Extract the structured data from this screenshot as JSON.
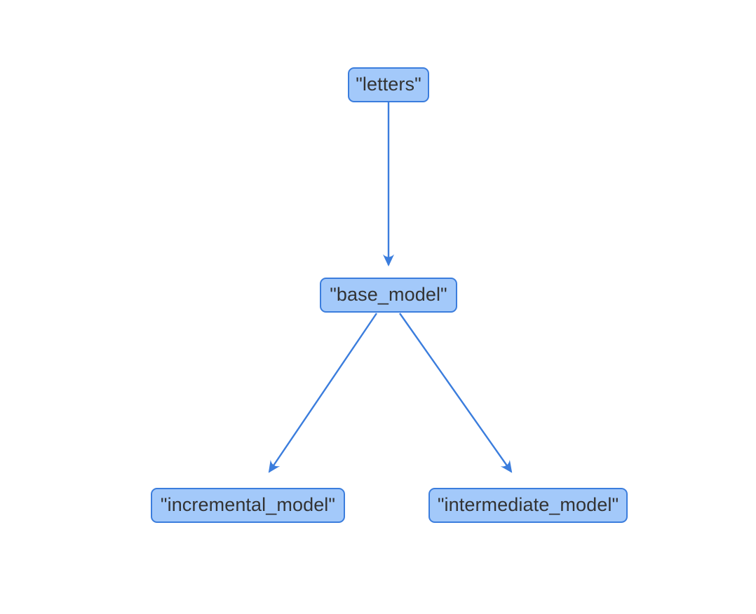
{
  "diagram": {
    "type": "flowchart",
    "direction": "top-down",
    "background_color": "#ffffff",
    "node_fill_color": "#a3c9fa",
    "node_border_color": "#3b7ddd",
    "node_text_color": "#333333",
    "edge_color": "#3b7ddd",
    "nodes": [
      {
        "id": "letters",
        "label": "\"letters\""
      },
      {
        "id": "base_model",
        "label": "\"base_model\""
      },
      {
        "id": "incremental_model",
        "label": "\"incremental_model\""
      },
      {
        "id": "intermediate_model",
        "label": "\"intermediate_model\""
      }
    ],
    "edges": [
      {
        "from": "letters",
        "to": "base_model",
        "arrow": "filled-triangle",
        "label": ""
      },
      {
        "from": "base_model",
        "to": "incremental_model",
        "arrow": "filled-triangle",
        "label": ""
      },
      {
        "from": "base_model",
        "to": "intermediate_model",
        "arrow": "filled-triangle",
        "label": ""
      }
    ]
  }
}
